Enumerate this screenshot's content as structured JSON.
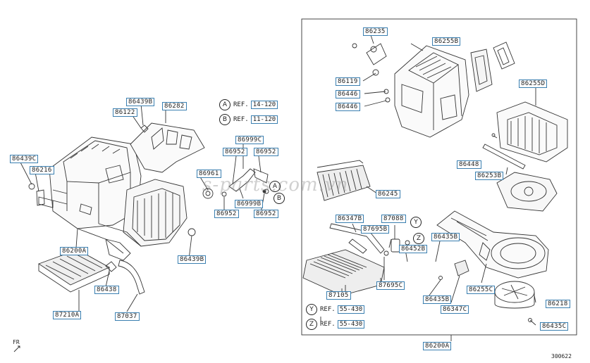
{
  "diagram_code": "300622",
  "front_marker": "FR",
  "watermark": "s-parts.com.vn",
  "left_labels": {
    "l86439B_top": "86439B",
    "l86122": "86122",
    "l86282": "86282",
    "l86439C": "86439C",
    "l86216": "86216",
    "l86200A": "86200A",
    "l87210A": "87210A",
    "l86438": "86438",
    "l87037": "87037",
    "l86439B_bot": "86439B",
    "l86999C": "86999C",
    "l86952_a": "86952",
    "l86952_b": "86952",
    "l86961": "86961",
    "l86999B": "86999B",
    "l86952_c": "86952",
    "l86952_d": "86952"
  },
  "right_labels": {
    "l86235": "86235",
    "l86255B": "86255B",
    "l86119": "86119",
    "l86446_a": "86446",
    "l86446_b": "86446",
    "l86255D": "86255D",
    "l86448": "86448",
    "l86253B": "86253B",
    "l86245": "86245",
    "l86347B": "86347B",
    "l87088": "87088",
    "l87695B": "87695B",
    "l86435B_a": "86435B",
    "l86452B": "86452B",
    "l87695C": "87695C",
    "l87105": "87105",
    "l86435B_b": "86435B",
    "l86347C": "86347C",
    "l86255C": "86255C",
    "l86218": "86218",
    "l86435C": "86435C",
    "l86200A": "86200A"
  },
  "refs": {
    "a": {
      "letter": "A",
      "text": "REF.",
      "value": "14-120"
    },
    "b": {
      "letter": "B",
      "text": "REF.",
      "value": "11-120"
    },
    "y": {
      "letter": "Y",
      "text": "REF.",
      "value": "55-430"
    },
    "z": {
      "letter": "Z",
      "text": "REF.",
      "value": "55-430"
    }
  },
  "callouts": {
    "a": "A",
    "b": "B",
    "y": "Y",
    "z": "Z"
  }
}
